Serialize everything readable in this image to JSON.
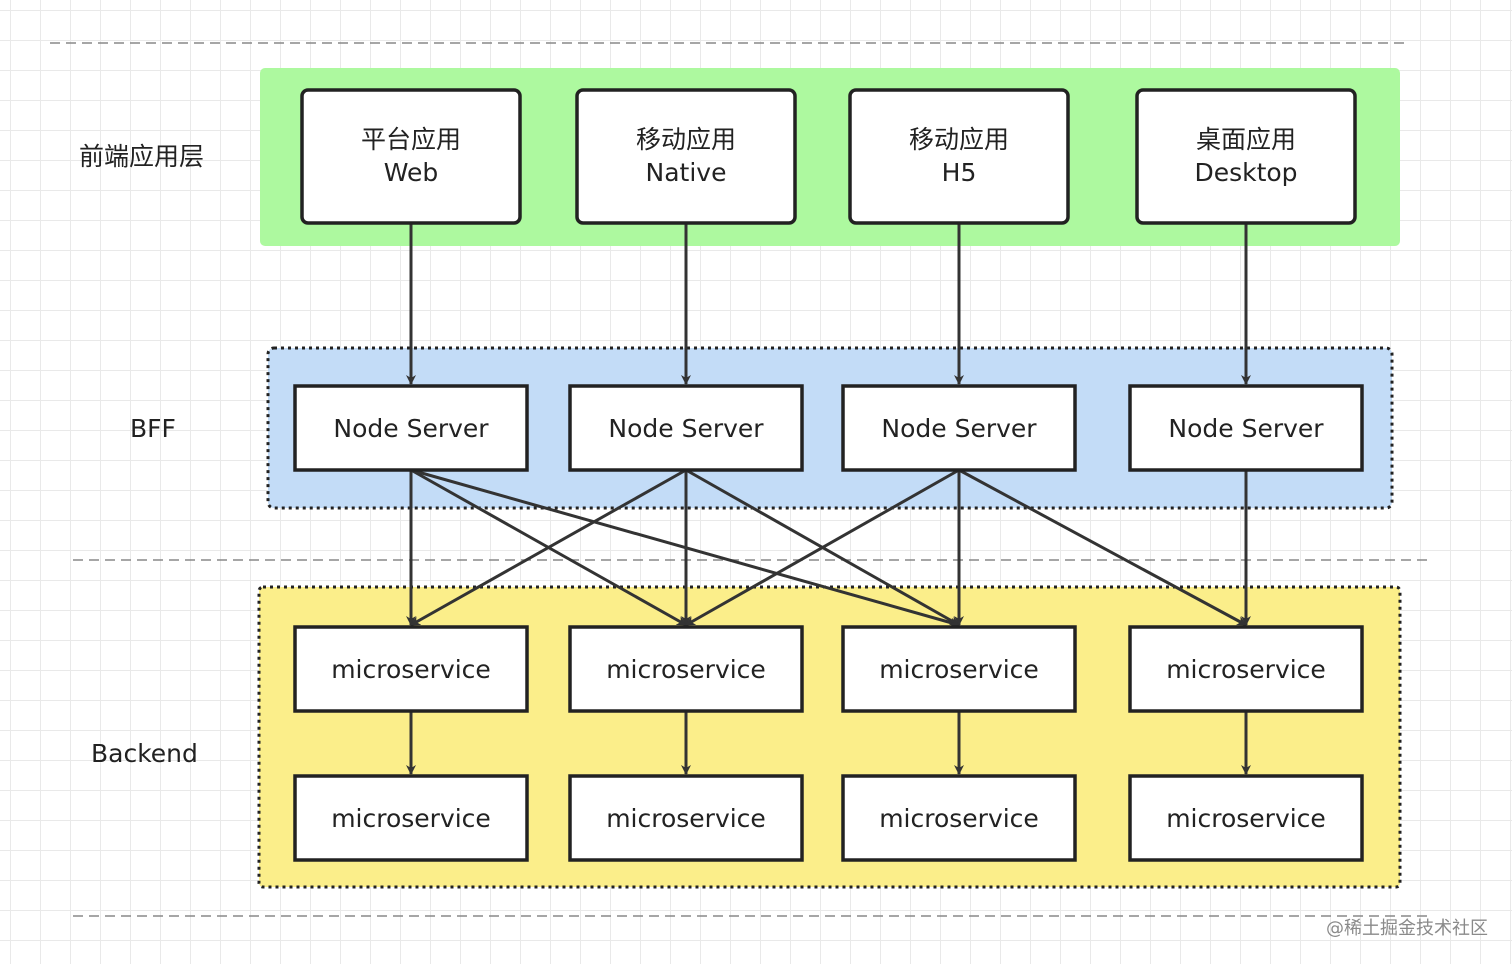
{
  "layers": [
    {
      "id": "frontend",
      "label": "前端应用层",
      "fill": "#adf99f"
    },
    {
      "id": "bff",
      "label": "BFF",
      "fill": "#c3dcf7"
    },
    {
      "id": "backend",
      "label": "Backend",
      "fill": "#fbee8a"
    }
  ],
  "frontend_apps": [
    {
      "line1": "平台应用",
      "line2": "Web"
    },
    {
      "line1": "移动应用",
      "line2": "Native"
    },
    {
      "line1": "移动应用",
      "line2": "H5"
    },
    {
      "line1": "桌面应用",
      "line2": "Desktop"
    }
  ],
  "bff_servers": [
    "Node Server",
    "Node Server",
    "Node Server",
    "Node Server"
  ],
  "microservices_top": [
    "microservice",
    "microservice",
    "microservice",
    "microservice"
  ],
  "microservices_bottom": [
    "microservice",
    "microservice",
    "microservice",
    "microservice"
  ],
  "bff_to_service_edges": [
    [
      0,
      0
    ],
    [
      0,
      1
    ],
    [
      0,
      2
    ],
    [
      1,
      0
    ],
    [
      1,
      1
    ],
    [
      1,
      2
    ],
    [
      2,
      1
    ],
    [
      2,
      2
    ],
    [
      2,
      3
    ],
    [
      3,
      3
    ]
  ],
  "watermark": "@稀土掘金技术社区",
  "colors": {
    "line": "#333333",
    "box_fill": "#ffffff",
    "separator": "#888888"
  }
}
